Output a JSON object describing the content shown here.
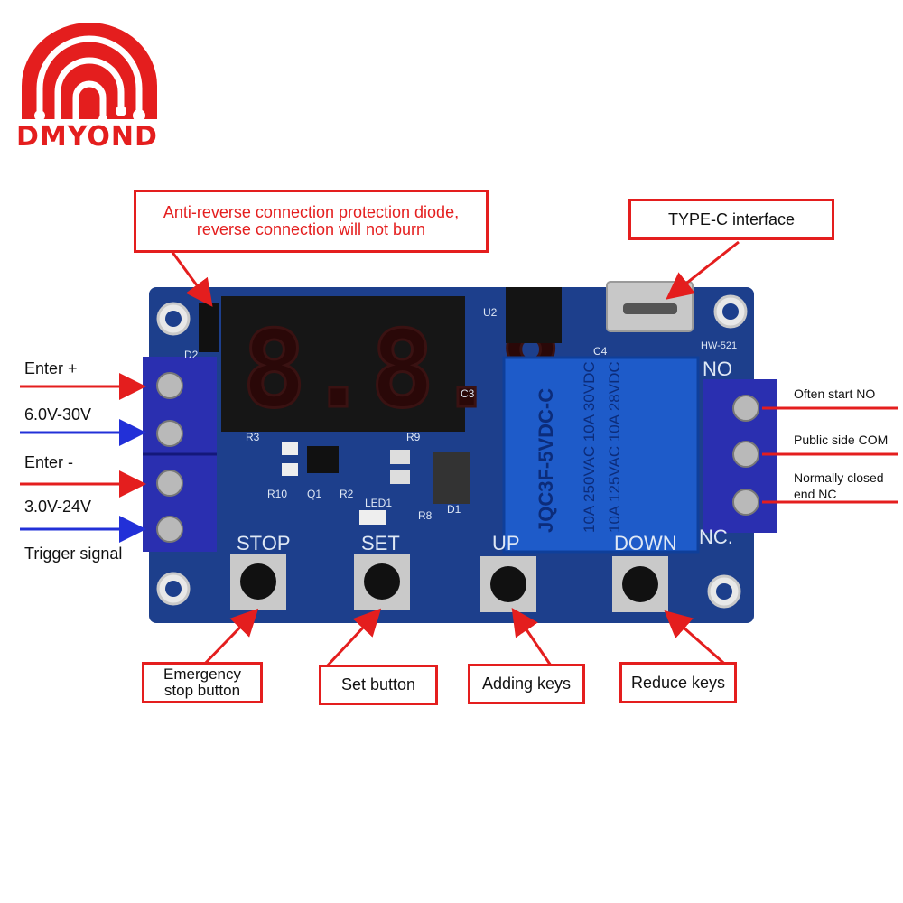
{
  "brand": {
    "name": "DMYOND",
    "color": "#e41e1e"
  },
  "board": {
    "model": "HW-521",
    "relay_marking": [
      "JQC3F-5VDC-C",
      "10A 250VAC 10A 30VDC",
      "10A 125VAC 10A 28VDC"
    ],
    "display_digits": "8.8.8.",
    "silkscreen": {
      "d2": "D2",
      "u2": "U2",
      "c4": "C4",
      "c3": "C3",
      "r3": "R3",
      "r9": "R9",
      "r10": "R10",
      "q1": "Q1",
      "r2": "R2",
      "led1": "LED1",
      "r8": "R8",
      "d1": "D1",
      "no": "NO",
      "nc": "NC.",
      "stop": "STOP",
      "set": "SET",
      "up": "UP",
      "down": "DOWN"
    },
    "colors": {
      "pcb": "#1d3f8c",
      "relay": "#1e5bc9",
      "terminal": "#2a2fb0"
    }
  },
  "callouts": {
    "diode": "Anti-reverse connection protection diode,\nreverse connection will not burn",
    "typec": "TYPE-C interface",
    "stop": "Emergency\nstop button",
    "set": "Set button",
    "add": "Adding keys",
    "reduce": "Reduce keys"
  },
  "left_labels": {
    "enter_plus": "Enter +",
    "range1": "6.0V-30V",
    "enter_minus": "Enter -",
    "range2": "3.0V-24V",
    "trigger": "Trigger signal"
  },
  "right_labels": {
    "no": "Often start NO",
    "com": "Public side COM",
    "nc_line1": "Normally closed",
    "nc_line2": "end NC"
  }
}
